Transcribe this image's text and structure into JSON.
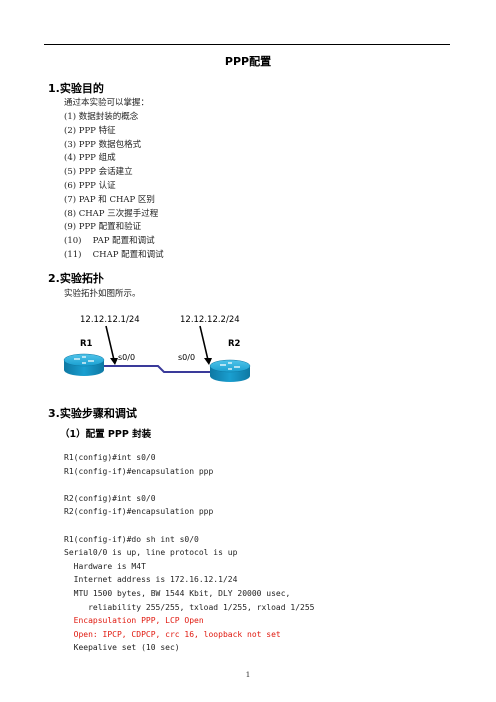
{
  "doc": {
    "title": "PPP配置",
    "page_number": "1"
  },
  "sections": {
    "s1": {
      "heading": "1.实验目的",
      "intro": "通过本实验可以掌握：",
      "items": [
        "(1) 数据封装的概念",
        "(2) PPP 特征",
        "(3) PPP 数据包格式",
        "(4) PPP 组成",
        "(5) PPP 会话建立",
        "(6) PPP 认证",
        "(7) PAP 和 CHAP 区别",
        "(8) CHAP 三次握手过程",
        "(9) PPP 配置和验证",
        "(10)　 PAP 配置和调试",
        "(11)　 CHAP 配置和调试"
      ]
    },
    "s2": {
      "heading": "2.实验拓扑",
      "intro": "实验拓扑如图所示。"
    },
    "s3": {
      "heading": "3.实验步骤和调试",
      "subheading": "（1）配置 PPP 封装"
    }
  },
  "topology": {
    "r1_ip": "12.12.12.1/24",
    "r2_ip": "12.12.12.2/24",
    "r1_label": "R1",
    "r2_label": "R2",
    "r1_port": "s0/0",
    "r2_port": "s0/0",
    "router_color": "#1a9fd0",
    "link_color": "#3a3a9a"
  },
  "code_lines": [
    {
      "text": "R1(config)#int s0/0",
      "red": false
    },
    {
      "text": "R1(config-if)#encapsulation ppp",
      "red": false
    },
    {
      "text": "",
      "red": false
    },
    {
      "text": "R2(config)#int s0/0",
      "red": false
    },
    {
      "text": "R2(config-if)#encapsulation ppp",
      "red": false
    },
    {
      "text": "",
      "red": false
    },
    {
      "text": "R1(config-if)#do sh int s0/0",
      "red": false
    },
    {
      "text": "Serial0/0 is up, line protocol is up",
      "red": false
    },
    {
      "text": "  Hardware is M4T",
      "red": false
    },
    {
      "text": "  Internet address is 172.16.12.1/24",
      "red": false
    },
    {
      "text": "  MTU 1500 bytes, BW 1544 Kbit, DLY 20000 usec,",
      "red": false
    },
    {
      "text": "     reliability 255/255, txload 1/255, rxload 1/255",
      "red": false
    },
    {
      "text": "  Encapsulation PPP, LCP Open",
      "red": true
    },
    {
      "text": "  Open: IPCP, CDPCP, crc 16, loopback not set",
      "red": true
    },
    {
      "text": "  Keepalive set (10 sec)",
      "red": false
    }
  ]
}
